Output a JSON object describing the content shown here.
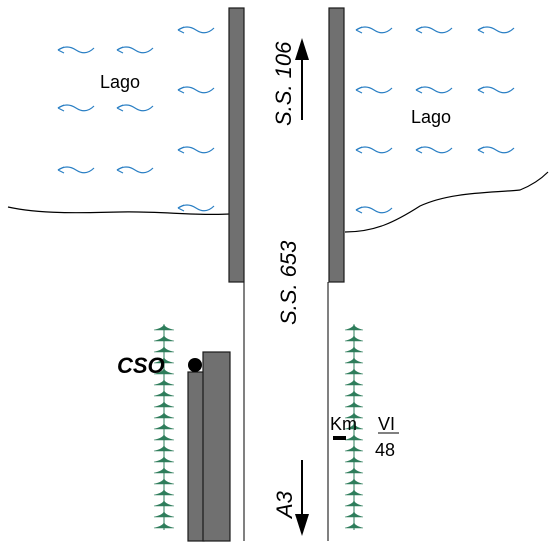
{
  "labels": {
    "lake_left": "Lago",
    "lake_right": "Lago",
    "road_top": "S.S. 106",
    "road_middle": "S.S. 653",
    "road_bottom": "A3",
    "station": "CSO",
    "km_prefix": "Km",
    "km_numerator": "VI",
    "km_denominator": "48"
  },
  "colors": {
    "water_arrow": "#2a7fc4",
    "barrier": "#707070",
    "barrier_edge": "#1a1a1a",
    "vegetation": "#2e7d5b",
    "road_line": "#000000",
    "text": "#000000"
  },
  "icons": {
    "flow_arrow": "wave-arrow-left-icon",
    "direction_up": "arrow-up-icon",
    "direction_down": "arrow-down-icon",
    "station_marker": "filled-circle-icon",
    "km_marker": "tick-bar-icon",
    "vegetation": "grass-tuft-icon"
  }
}
